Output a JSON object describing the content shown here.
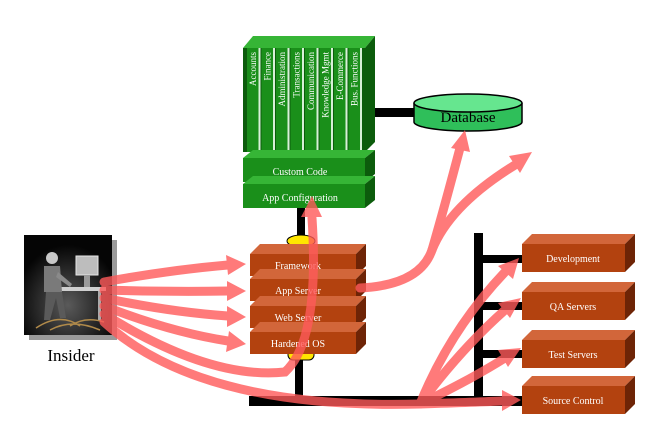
{
  "app_stack": {
    "modules": [
      "Accounts",
      "Finance",
      "Administration",
      "Transactions",
      "Communication",
      "Knowledge Mgmt",
      "E-Commerce",
      "Bus. Functions"
    ],
    "custom_code": "Custom Code",
    "app_configuration": "App Configuration"
  },
  "database": {
    "label": "Database"
  },
  "server_stack": {
    "layers": [
      "Framework",
      "App Server",
      "Web Server",
      "Hardened OS"
    ]
  },
  "environments": [
    "Development",
    "QA Servers",
    "Test Servers",
    "Source Control"
  ],
  "insider": {
    "label": "Insider"
  },
  "colors": {
    "green_front": "#1a8f1a",
    "green_top": "#36b536",
    "green_side": "#0c5c0c",
    "brown_front": "#b3420f",
    "brown_top": "#d2663a",
    "brown_side": "#6e2406",
    "database": "#33cc66",
    "arrow": "#ff5a5a",
    "connector": "#000000",
    "joint": "#ffe600"
  }
}
